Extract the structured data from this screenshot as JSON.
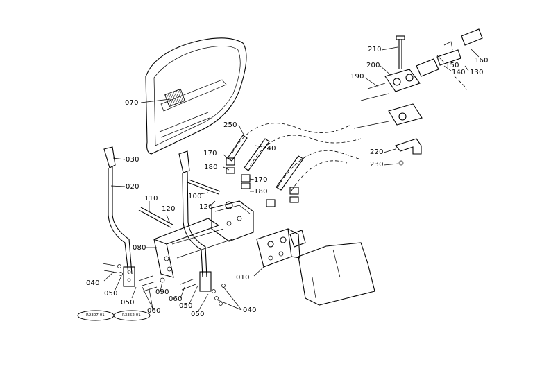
{
  "callouts": [
    {
      "id": "070",
      "text": "070"
    },
    {
      "id": "030",
      "text": "030"
    },
    {
      "id": "020",
      "text": "020"
    },
    {
      "id": "110",
      "text": "110"
    },
    {
      "id": "120a",
      "text": "120"
    },
    {
      "id": "100",
      "text": "100"
    },
    {
      "id": "120b",
      "text": "120"
    },
    {
      "id": "080a",
      "text": "080"
    },
    {
      "id": "040a",
      "text": "040"
    },
    {
      "id": "050a",
      "text": "050"
    },
    {
      "id": "050b",
      "text": "050"
    },
    {
      "id": "060a",
      "text": "060"
    },
    {
      "id": "090",
      "text": "090"
    },
    {
      "id": "060b",
      "text": "060"
    },
    {
      "id": "050c",
      "text": "050"
    },
    {
      "id": "050d",
      "text": "050"
    },
    {
      "id": "040b",
      "text": "040"
    },
    {
      "id": "010",
      "text": "010"
    },
    {
      "id": "170a",
      "text": "170"
    },
    {
      "id": "180a",
      "text": "180"
    },
    {
      "id": "170b",
      "text": "170"
    },
    {
      "id": "180b",
      "text": "180"
    },
    {
      "id": "250",
      "text": "250"
    },
    {
      "id": "240",
      "text": "240"
    },
    {
      "id": "190",
      "text": "190"
    },
    {
      "id": "200",
      "text": "200"
    },
    {
      "id": "210",
      "text": "210"
    },
    {
      "id": "150",
      "text": "150"
    },
    {
      "id": "140",
      "text": "140"
    },
    {
      "id": "130",
      "text": "130"
    },
    {
      "id": "160",
      "text": "160"
    },
    {
      "id": "220",
      "text": "220"
    },
    {
      "id": "230",
      "text": "230"
    }
  ],
  "reference_codes": [
    {
      "id": "ref1",
      "text": "R2307-01"
    },
    {
      "id": "ref2",
      "text": "R3352-01"
    }
  ]
}
